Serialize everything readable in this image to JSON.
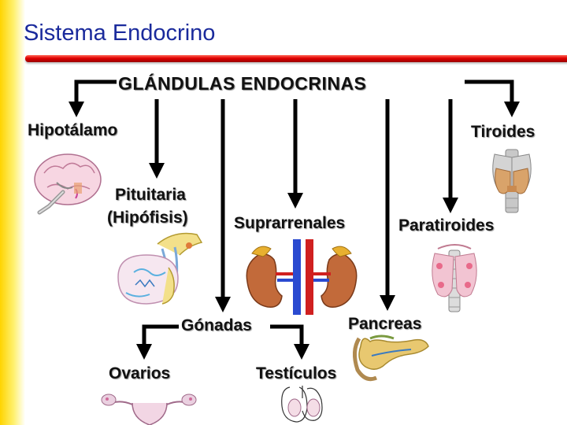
{
  "slide": {
    "title": "Sistema Endocrino",
    "colors": {
      "title": "#1a2a9c",
      "rule": "#e00000",
      "band": "#ffd400",
      "arrow": "#000000"
    }
  },
  "diagram": {
    "heading": "GLÁNDULAS ENDOCRINAS",
    "nodes": {
      "hipotalamo": "Hipotálamo",
      "tiroides": "Tiroides",
      "pituitaria_line1": "Pituitaria",
      "pituitaria_line2": "(Hipófisis)",
      "suprarrenales": "Suprarrenales",
      "paratiroides": "Paratiroides",
      "gonadas": "Gónadas",
      "pancreas": "Pancreas",
      "ovarios": "Ovarios",
      "testiculos": "Testículos"
    },
    "illustrations": [
      "brain-hypothalamus-illustration",
      "thyroid-illustration",
      "pituitary-illustration",
      "adrenal-kidneys-illustration",
      "parathyroid-illustration",
      "pancreas-illustration",
      "ovaries-illustration",
      "testicles-illustration"
    ]
  }
}
